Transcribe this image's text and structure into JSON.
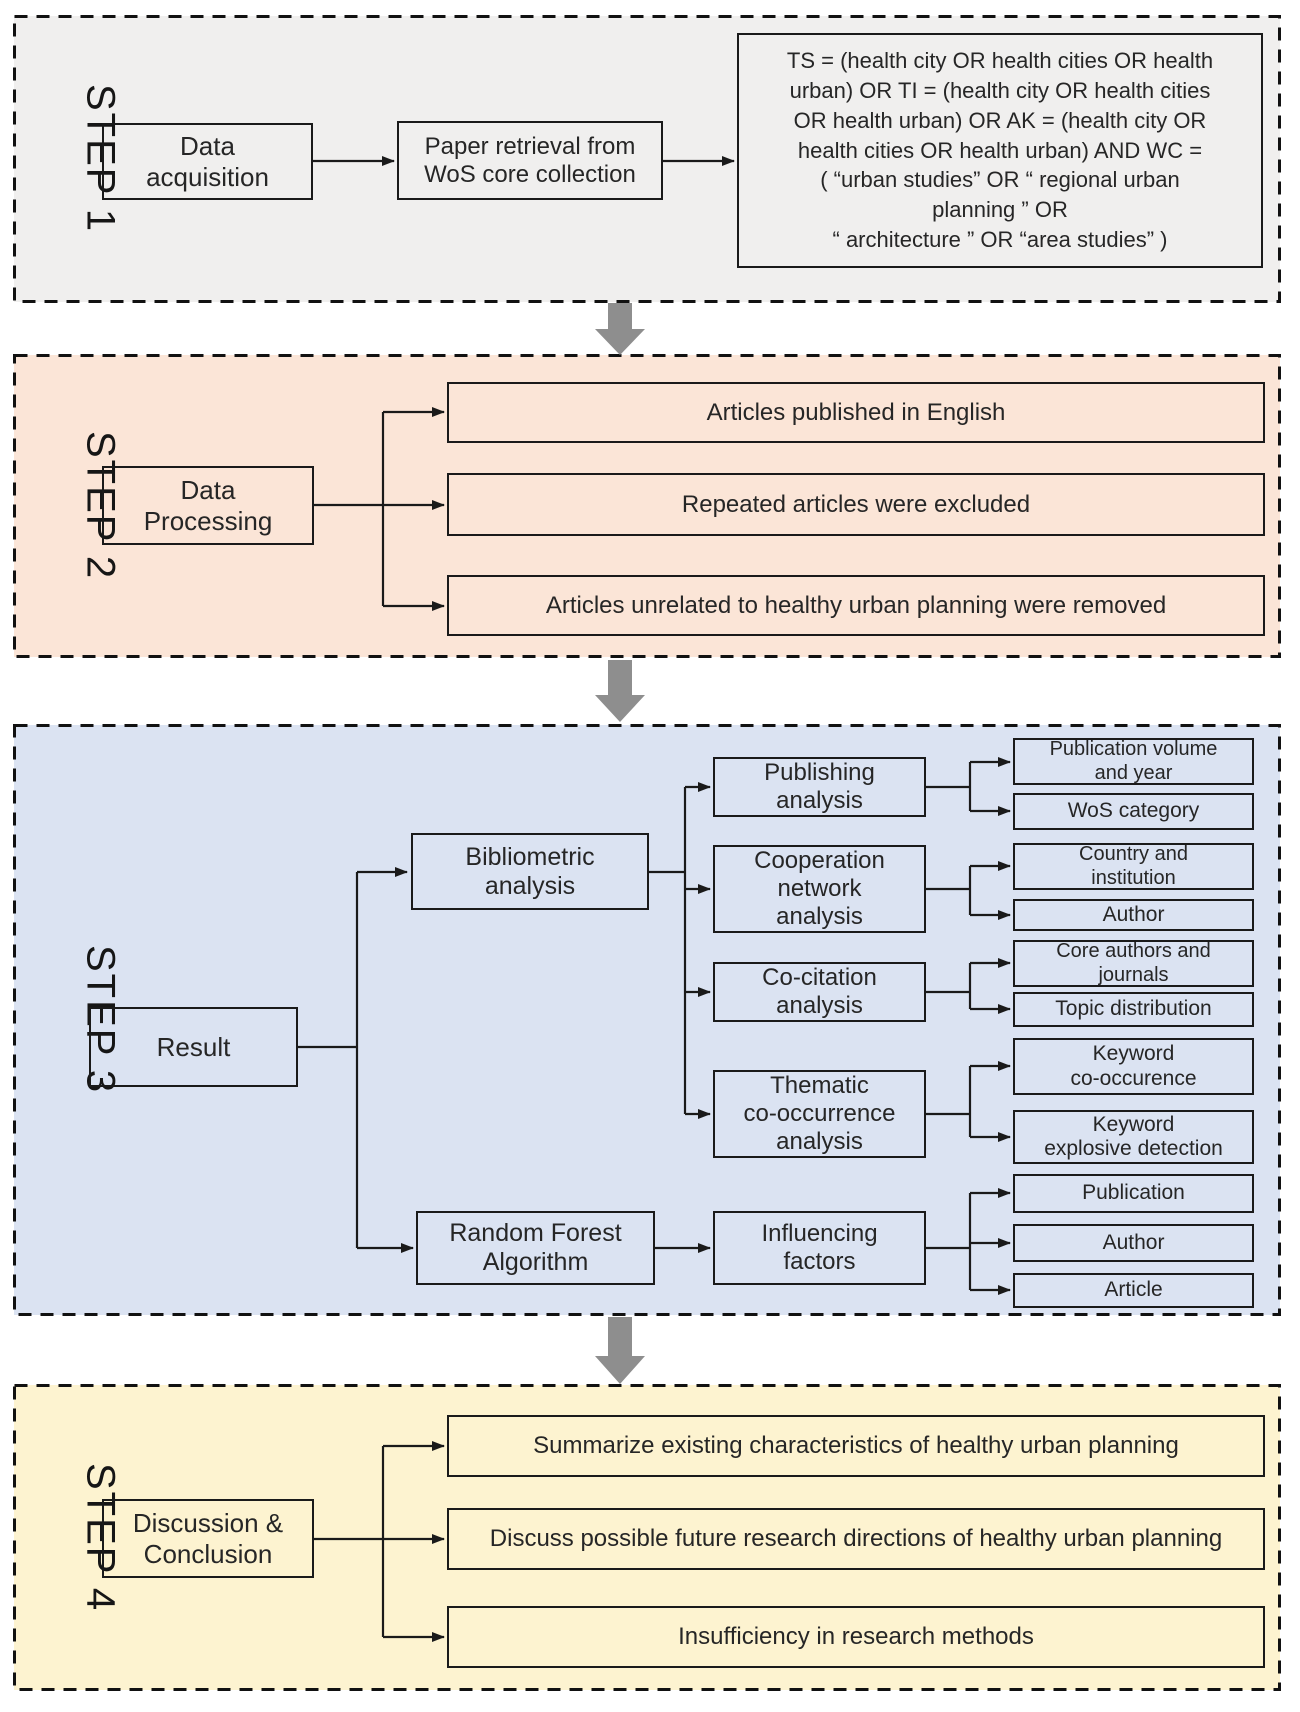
{
  "colors": {
    "step1_bg": "#f0efee",
    "step2_bg": "#fbe5d7",
    "step3_bg": "#dbe3f2",
    "step4_bg": "#fdf3d0",
    "line": "#1a1a1a",
    "flow_arrow": "#8e8e8e"
  },
  "step1": {
    "label": "STEP 1",
    "data_acquisition": "Data\nacquisition",
    "paper_retrieval": "Paper retrieval from\nWoS core collection",
    "search_query": "TS = (health city OR health cities OR health\nurban) OR TI = (health city OR health cities\nOR health urban) OR AK = (health city OR\nhealth cities OR health urban) AND WC =\n( “urban studies” OR “ regional urban\nplanning ” OR\n“ architecture ” OR “area studies” )"
  },
  "step2": {
    "label": "STEP 2",
    "source": "Data\nProcessing",
    "items": [
      "Articles published in English",
      "Repeated articles were excluded",
      "Articles unrelated to healthy urban planning were removed"
    ]
  },
  "step3": {
    "label": "STEP 3",
    "source": "Result",
    "branch1": "Bibliometric\nanalysis",
    "branch2": "Random Forest\nAlgorithm",
    "analyses": [
      {
        "name": "Publishing\nanalysis",
        "outputs": [
          "Publication volume\nand year",
          "WoS category"
        ]
      },
      {
        "name": "Cooperation\nnetwork\nanalysis",
        "outputs": [
          "Country and\ninstitution",
          "Author"
        ]
      },
      {
        "name": "Co-citation\nanalysis",
        "outputs": [
          "Core authors and\njournals",
          "Topic distribution"
        ]
      },
      {
        "name": "Thematic\nco-occurrence\nanalysis",
        "outputs": [
          "Keyword\nco-occurence",
          "Keyword\nexplosive detection"
        ]
      },
      {
        "name": "Influencing\nfactors",
        "outputs": [
          "Publication",
          "Author",
          "Article"
        ]
      }
    ]
  },
  "step4": {
    "label": "STEP 4",
    "source": "Discussion &\nConclusion",
    "items": [
      "Summarize existing characteristics of healthy urban planning",
      "Discuss possible future research directions of healthy urban planning",
      "Insufficiency in research methods"
    ]
  }
}
